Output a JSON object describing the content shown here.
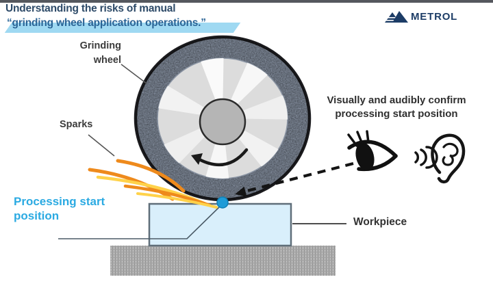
{
  "header": {
    "title_line1": "Understanding the risks of manual",
    "title_line2": "“grinding wheel application operations.”",
    "title_line1_color": "#2d4a68",
    "title_line2_color": "#2a6496",
    "highlight_band_color": "#9fd9f2"
  },
  "logo": {
    "text": "METROL",
    "color": "#1c3c66",
    "icon": "metrol-mountain-icon"
  },
  "labels": {
    "grinding_wheel": {
      "line1": "Grinding",
      "line2": "wheel"
    },
    "sparks": "Sparks",
    "processing_start": {
      "line1": "Processing start",
      "line2": "position",
      "color": "#2baae2"
    },
    "workpiece": "Workpiece",
    "confirm": {
      "line1": "Visually and audibly confirm",
      "line2": "processing start position"
    }
  },
  "icons": {
    "eye": "eye-icon",
    "ear": "ear-with-sound-waves-icon",
    "rotation": "counterclockwise-rotation-arrow",
    "sightline": "dashed-sightline-arrow"
  },
  "colors": {
    "wheel_ring": "#8d98a9",
    "wheel_outline": "#1b1b1e",
    "wheel_disc": "#dcdcdc",
    "wheel_wedge": "#f5f5f5",
    "wheel_hub": "#b5b5b5",
    "spark_orange": "#ee8a1c",
    "spark_yellow": "#ffd24a",
    "workpiece_fill": "#d9effb",
    "workpiece_border": "#5f6e79",
    "base_gray": "#b5b5b5",
    "start_dot_blue": "#1e9bd7",
    "top_bar": "#55585e"
  }
}
